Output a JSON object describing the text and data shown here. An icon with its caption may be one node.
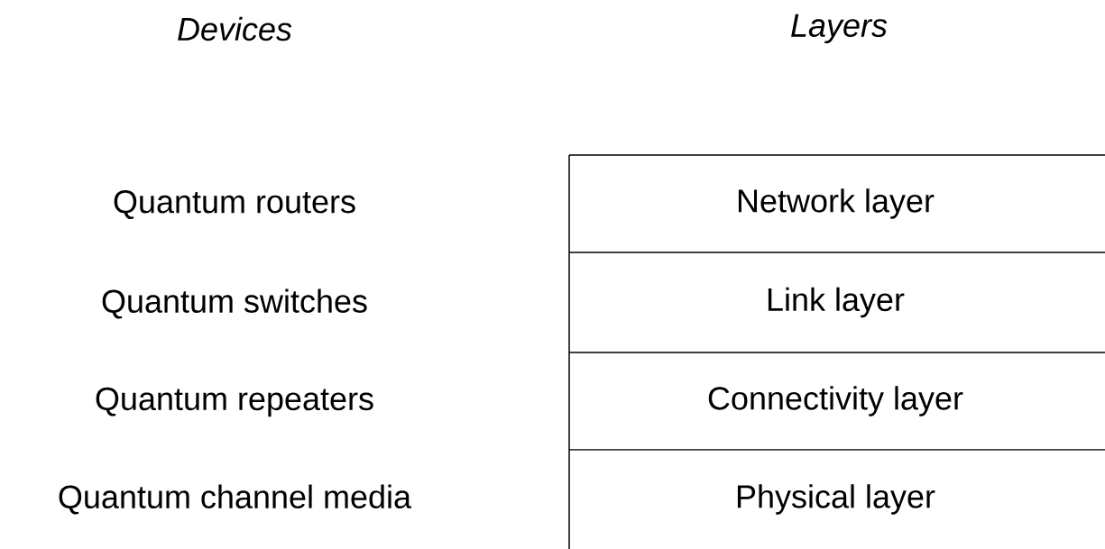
{
  "diagram": {
    "nodes": [
      {
        "text": [
          "Network layer"
        ]
      },
      {
        "text": [
          "Link layer"
        ]
      },
      {
        "text": [
          "Connectivity layer"
        ]
      },
      {
        "text": [
          "Physical layer"
        ]
      }
    ],
    "labels": [
      "Devices",
      "Layers",
      "Quantum routers",
      "Quantum switches",
      "Quantum repeaters",
      "Quantum channel media"
    ]
  }
}
